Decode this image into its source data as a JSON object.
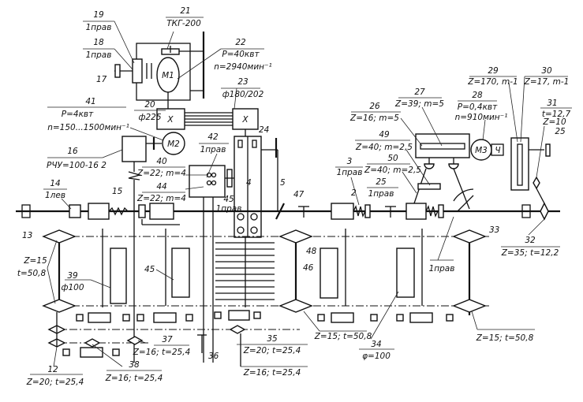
{
  "motors": {
    "m1": "M1",
    "m2": "M2",
    "m3": "M3",
    "worm": "Ч",
    "cross": "X"
  },
  "labels": {
    "l19": {
      "num": "19",
      "spec": "1прав"
    },
    "l18": {
      "num": "18",
      "spec": "1прав"
    },
    "l17": {
      "num": "17"
    },
    "l21": {
      "num": "21",
      "spec": "ТКГ-200"
    },
    "l22": {
      "num": "22",
      "spec": "P=40квт",
      "spec2": "n=2940мин⁻¹"
    },
    "l23": {
      "num": "23",
      "spec": "ф180/202"
    },
    "l41": {
      "num": "41",
      "spec": "P=4квт",
      "spec2": "n=150...1500мин⁻¹"
    },
    "l20": {
      "num": "20",
      "spec": "ф225"
    },
    "l16": {
      "num": "16",
      "spec": "РЧУ=100-16  2"
    },
    "l42": {
      "num": "42",
      "spec": "1прав"
    },
    "l40": {
      "num": "40",
      "spec": "Z=22; m=4"
    },
    "l44": {
      "num": "44",
      "spec": "Z=22; m=4"
    },
    "l45a": {
      "num": "45",
      "spec": "1прав"
    },
    "l14": {
      "num": "14",
      "spec": "1лев"
    },
    "l15": {
      "num": "15"
    },
    "l24": {
      "num": "24"
    },
    "l4": {
      "num": "4"
    },
    "l5": {
      "num": "5"
    },
    "l47": {
      "num": "47"
    },
    "l3": {
      "num": "3",
      "spec": "1прав"
    },
    "l2": {
      "num": "2"
    },
    "l25a": {
      "num": "25",
      "spec": "1прав"
    },
    "l26": {
      "num": "26",
      "spec": "Z=16; m=5"
    },
    "l27": {
      "num": "27",
      "spec": "Z=39; m=5"
    },
    "l49": {
      "num": "49",
      "spec": "Z=40; m=2,5"
    },
    "l50": {
      "num": "50",
      "spec": "Z=40; m=2,5"
    },
    "l28": {
      "num": "28",
      "spec": "P=0,4квт",
      "spec2": "n=910мин⁻¹"
    },
    "l29": {
      "num": "29",
      "spec": "Z=170, m-1"
    },
    "l30": {
      "num": "30",
      "spec": "Z=17, m-1"
    },
    "l31": {
      "num": "31",
      "spec": "t=12,7",
      "spec2": "Z=10",
      "spec3": "25"
    },
    "l33": {
      "num": "33"
    },
    "l32": {
      "num": "32",
      "spec": "Z=35; t=12,2"
    },
    "l1prav": {
      "spec": "1прав"
    },
    "l48": {
      "num": "48"
    },
    "l46": {
      "num": "46"
    },
    "l15b": {
      "spec": "Z=15; t=50,8"
    },
    "l34": {
      "num": "34",
      "spec": "φ=100"
    },
    "l15c": {
      "spec": "Z=15; t=50,8"
    },
    "l13": {
      "num": "13"
    },
    "l15a": {
      "spec": "Z=15",
      "spec2": "t=50,8"
    },
    "l39": {
      "num": "39",
      "spec": "ф100"
    },
    "l45b": {
      "num": "45"
    },
    "l37": {
      "num": "37",
      "spec": "Z=16; t=25,4"
    },
    "l38": {
      "num": "38",
      "spec": "Z=16; t=25,4"
    },
    "l12": {
      "num": "12",
      "spec": "Z=20; t=25,4"
    },
    "l36": {
      "num": "36"
    },
    "l35": {
      "num": "35",
      "spec": "Z=20; t=25,4"
    },
    "l16b": {
      "spec": "Z=16; t=25,4"
    }
  }
}
